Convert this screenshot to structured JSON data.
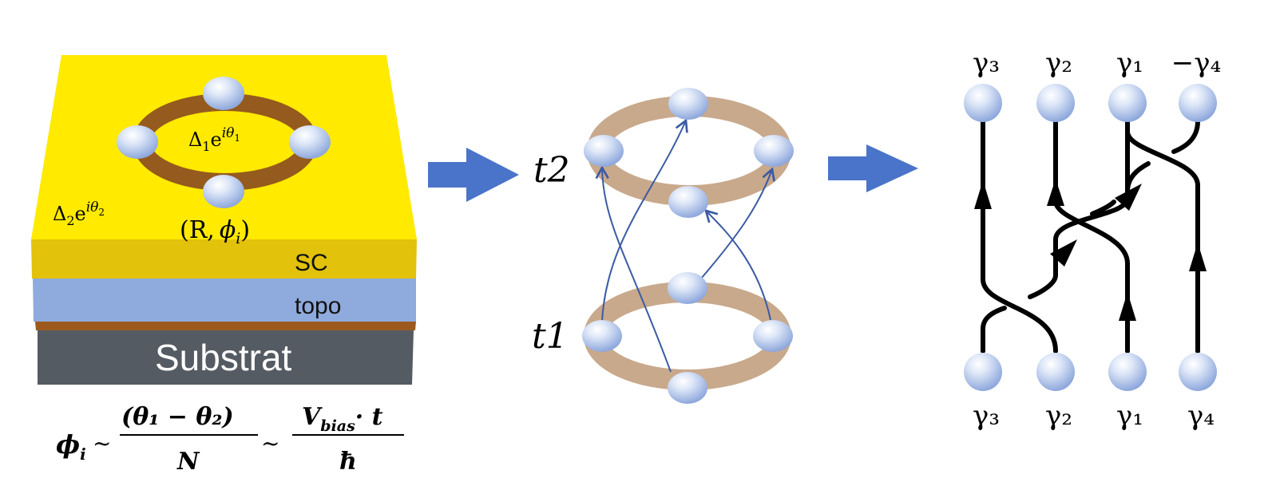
{
  "panel_device": {
    "inner_gap_label": "Δ₁e^{iθ₁}",
    "inner_gap_base": "Δ",
    "inner_gap_sub": "1",
    "inner_gap_e": "e",
    "inner_gap_exp": "iθ",
    "inner_gap_exp_sub": "1",
    "outer_gap_label": "Δ₂e^{iθ₂}",
    "outer_gap_base": "Δ",
    "outer_gap_sub": "2",
    "outer_gap_e": "e",
    "outer_gap_exp": "iθ",
    "outer_gap_exp_sub": "2",
    "position_label": "(R, ϕᵢ)",
    "pos_open": "(R,",
    "pos_phi": "ϕ",
    "pos_i": "i",
    "pos_close": ")",
    "layer_sc": "SC",
    "layer_topo": "topo",
    "layer_substrate": "Substrat",
    "colors": {
      "sc_top": "#ffea00",
      "sc_side": "#e2c20a",
      "topo": "#8faadc",
      "interlayer": "#9c5a1e",
      "substrate": "#555b63",
      "ring": "#955a1d",
      "sphere": "#a9bfe6"
    }
  },
  "formula": {
    "full": "ϕᵢ ~ (θ₁ − θ₂)/N ~ V_bias · t/ħ",
    "phi": "ϕ",
    "phi_sub": "i",
    "tilde": "~",
    "num1": "(θ₁ − θ₂)",
    "den1": "N",
    "num2_v": "V",
    "num2_sub": "bias",
    "num2_rest": "· t",
    "den2": "ħ"
  },
  "panel_time": {
    "label_t2": "t2",
    "label_t1": "t1",
    "colors": {
      "ring": "#c8a98c",
      "arrow": "#3b5ba3"
    }
  },
  "panel_braid": {
    "top_labels": [
      "γ₃",
      "γ₂",
      "γ₁",
      "−γ₄"
    ],
    "bottom_labels": [
      "γ₃",
      "γ₂",
      "γ₁",
      "γ₄"
    ]
  },
  "arrows": {
    "color": "#4a74c9"
  }
}
